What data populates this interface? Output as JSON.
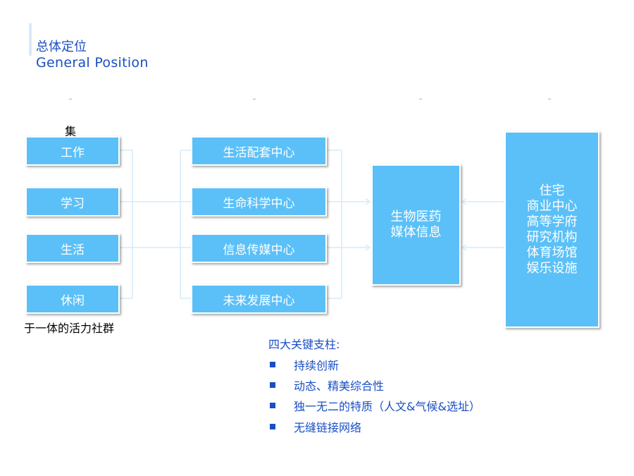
{
  "header": {
    "title_zh": "总体定位",
    "title_en": "General Position"
  },
  "left_column": {
    "label_top": "集",
    "items": [
      "工作",
      "学习",
      "生活",
      "休闲"
    ],
    "label_bottom": "于一体的活力社群"
  },
  "middle_column": {
    "items": [
      "生活配套中心",
      "生命科学中心",
      "信息传媒中心",
      "未来发展中心"
    ]
  },
  "center_box": {
    "lines": [
      "生物医药",
      "媒体信息"
    ]
  },
  "right_box": {
    "lines": [
      "住宅",
      "商业中心",
      "高等学府",
      "研究机构",
      "体育场馆",
      "娱乐设施"
    ]
  },
  "pillars": {
    "title": "四大关键支柱:",
    "items": [
      "持续创新",
      "动态、精美综合性",
      "独一无二的特质（人文&气候&选址）",
      "无缝链接网络"
    ]
  },
  "colors": {
    "box_fill": "#5bc0f8",
    "text_blue": "#1a4ec4",
    "connector": "#d4ecfb"
  }
}
